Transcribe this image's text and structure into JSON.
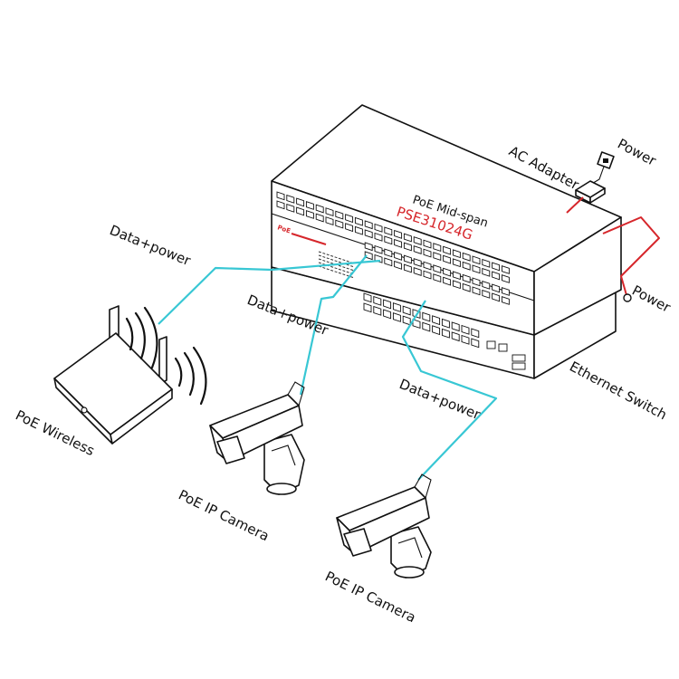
{
  "labels": {
    "power_top": "Power",
    "ac_adapter": "AC Adapter",
    "power_side": "Power",
    "midspan_name": "PoE Mid-span",
    "midspan_model": "PSE31024G",
    "poe_badge": "PoE",
    "ethernet_switch": "Ethernet Switch",
    "data_power_1": "Data+power",
    "data_power_2": "Data+power",
    "data_power_3": "Data+power",
    "poe_wireless": "PoE Wireless",
    "camera_1": "PoE IP Camera",
    "camera_2": "PoE IP Camera"
  },
  "colors": {
    "cable_data": "#38c7d4",
    "cable_power": "#d6262b",
    "outline": "#111111",
    "accent_text": "#d6262b"
  }
}
